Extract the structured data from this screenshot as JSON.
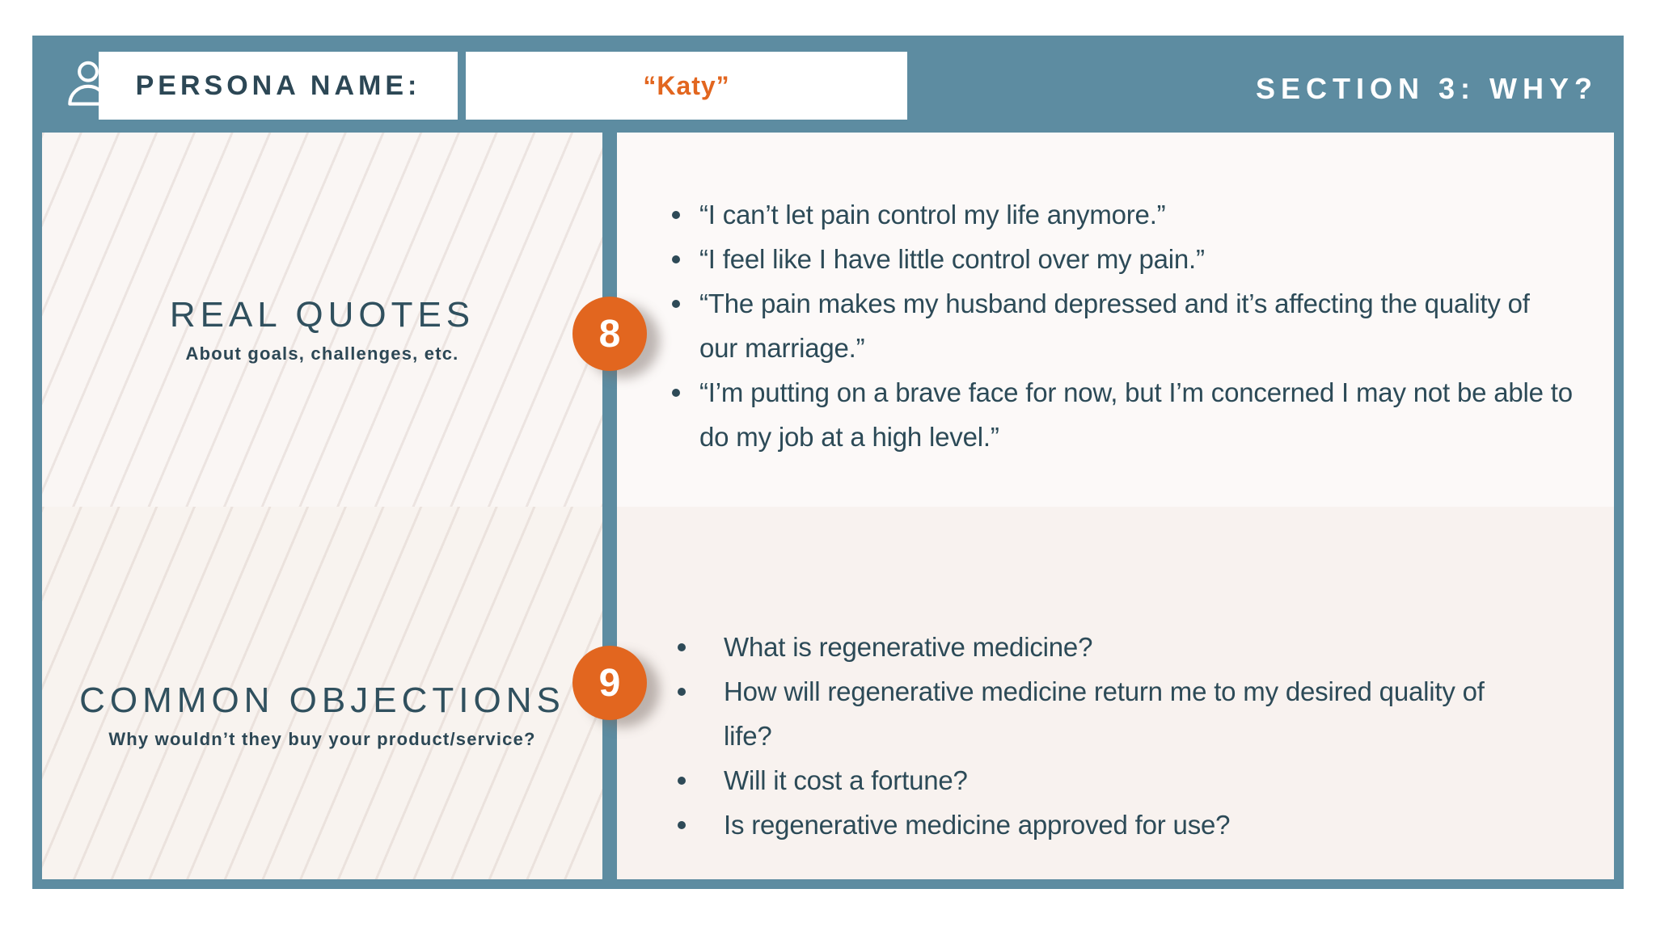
{
  "header": {
    "persona_label": "PERSONA NAME:",
    "persona_value": "“Katy”",
    "section_title": "SECTION 3: WHY?"
  },
  "sections": [
    {
      "number": "8",
      "title": "REAL QUOTES",
      "subtitle": "About goals, challenges, etc.",
      "items": [
        "“I can’t let pain control my life anymore.”",
        "“I feel like I have little control over my pain.”",
        "“The pain makes my husband depressed and it’s affecting the quality of our marriage.”",
        "“I’m putting on a brave face for now, but I’m concerned I may not be able to do my job at a high level.”"
      ]
    },
    {
      "number": "9",
      "title": "COMMON OBJECTIONS",
      "subtitle": "Why wouldn’t they buy your product/service?",
      "items": [
        "What is regenerative medicine?",
        "How will regenerative medicine return me to my desired quality of life?",
        "Will it cost a fortune?",
        "Is regenerative medicine approved for use?"
      ]
    }
  ],
  "icons": {
    "person": "person-outline-icon"
  },
  "colors": {
    "teal": "#5D8CA1",
    "orange": "#E2661F",
    "navy_text": "#2C4A57",
    "title_text": "#30505E",
    "panel_light": "#FCF9F8",
    "panel_beige": "#F8F2EF"
  }
}
